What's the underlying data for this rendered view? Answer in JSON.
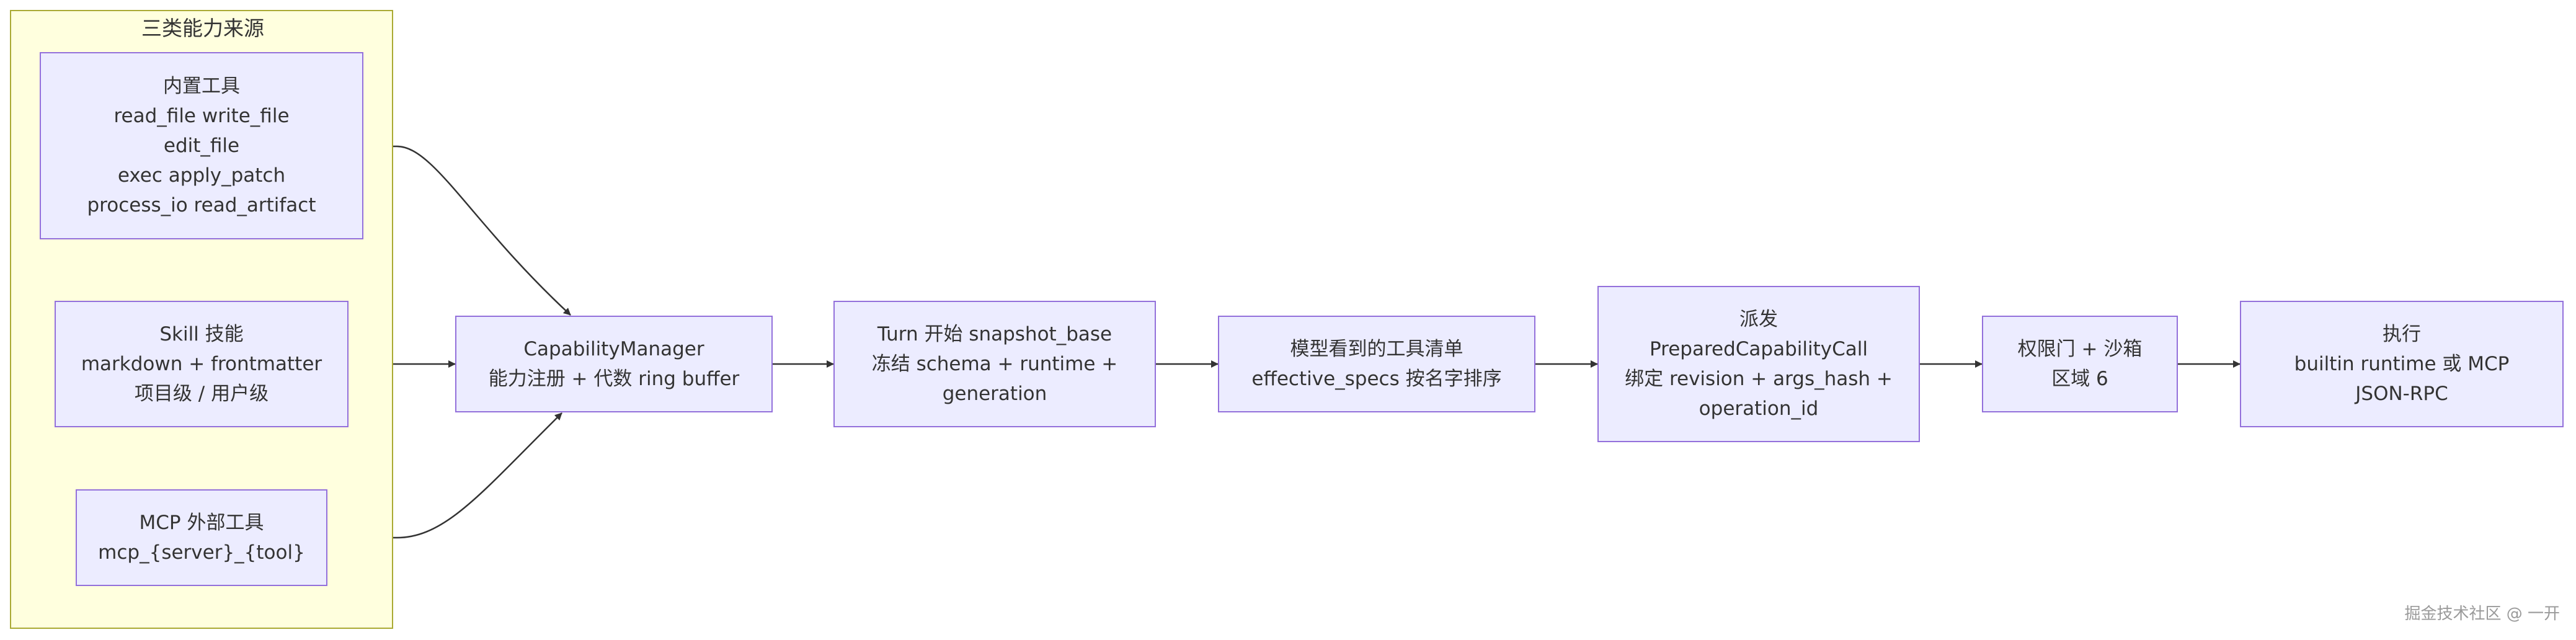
{
  "group": {
    "title": "三类能力来源"
  },
  "nodes": {
    "builtin": {
      "lines": [
        "内置工具",
        "read_file write_file",
        "edit_file",
        "exec apply_patch",
        "process_io read_artifact"
      ]
    },
    "skill": {
      "lines": [
        "Skill 技能",
        "markdown + frontmatter",
        "项目级 / 用户级"
      ]
    },
    "mcp": {
      "lines": [
        "MCP 外部工具",
        "mcp_{server}_{tool}"
      ]
    },
    "manager": {
      "lines": [
        "CapabilityManager",
        "能力注册 + 代数 ring buffer"
      ]
    },
    "turn": {
      "lines": [
        "Turn 开始 snapshot_base",
        "冻结 schema + runtime +",
        "generation"
      ]
    },
    "specs": {
      "lines": [
        "模型看到的工具清单",
        "effective_specs 按名字排序"
      ]
    },
    "dispatch": {
      "lines": [
        "派发",
        "PreparedCapabilityCall",
        "绑定 revision + args_hash +",
        "operation_id"
      ]
    },
    "gate": {
      "lines": [
        "权限门 + 沙箱",
        "区域 6"
      ]
    },
    "execute": {
      "lines": [
        "执行",
        "builtin runtime 或 MCP",
        "JSON-RPC"
      ]
    }
  },
  "edges": [
    {
      "from": "builtin",
      "to": "manager"
    },
    {
      "from": "skill",
      "to": "manager"
    },
    {
      "from": "mcp",
      "to": "manager"
    },
    {
      "from": "manager",
      "to": "turn"
    },
    {
      "from": "turn",
      "to": "specs"
    },
    {
      "from": "specs",
      "to": "dispatch"
    },
    {
      "from": "dispatch",
      "to": "gate"
    },
    {
      "from": "gate",
      "to": "execute"
    }
  ],
  "colors": {
    "node_fill": "#ececff",
    "node_border": "#9370db",
    "group_fill": "#ffffde",
    "group_border": "#aaaa33",
    "edge": "#333333",
    "text": "#333333"
  },
  "watermark": "掘金技术社区 @ 一开"
}
